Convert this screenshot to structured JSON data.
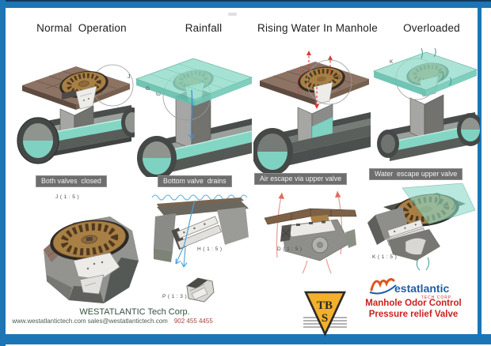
{
  "panels": [
    {
      "title": "Normal  Operation",
      "caption": "Both valves  closed",
      "annotation": "J",
      "detail_label": "J ( 1 : 5 )"
    },
    {
      "title": "Rainfall",
      "caption": "Bottom valve  drains",
      "annotation": "G",
      "detail_label": "H ( 1 : 5 )",
      "detail_label_extra": "P ( 1 : 3 )"
    },
    {
      "title": "Rising Water In Manhole",
      "caption": "Air escape via upper valve",
      "annotation": "D",
      "detail_label": "D ( 1 : 5 )"
    },
    {
      "title": "Overloaded",
      "caption": "Water  escape upper valve",
      "annotation": "K",
      "detail_label": "K ( 1 : 5 )"
    }
  ],
  "footer": {
    "company": "WESTATLANTIC Tech Corp.",
    "website_email": "www.westatlantictech.com sales@westatlantictech.com",
    "phone": "902 455 4455"
  },
  "branding": {
    "westatlantic_wordmark": "estatlantic",
    "westatlantic_sub": "TECH CORP.",
    "tbs_top": "TB",
    "tbs_bottom": "S",
    "product_title_line1": "Manhole Odor Control",
    "product_title_line2": "Pressure relief Valve"
  },
  "colors": {
    "frame_blue": "#1c75b4",
    "water_teal": "#83d6c4",
    "brick_brown": "#8d7364",
    "cover_tan": "#a87f45",
    "caption_gray": "#6e6e6e",
    "accent_red": "#cb1f1f",
    "logo_blue": "#1d5ea8",
    "logo_orange": "#e0541e",
    "tbs_yellow": "#f2b02c"
  }
}
